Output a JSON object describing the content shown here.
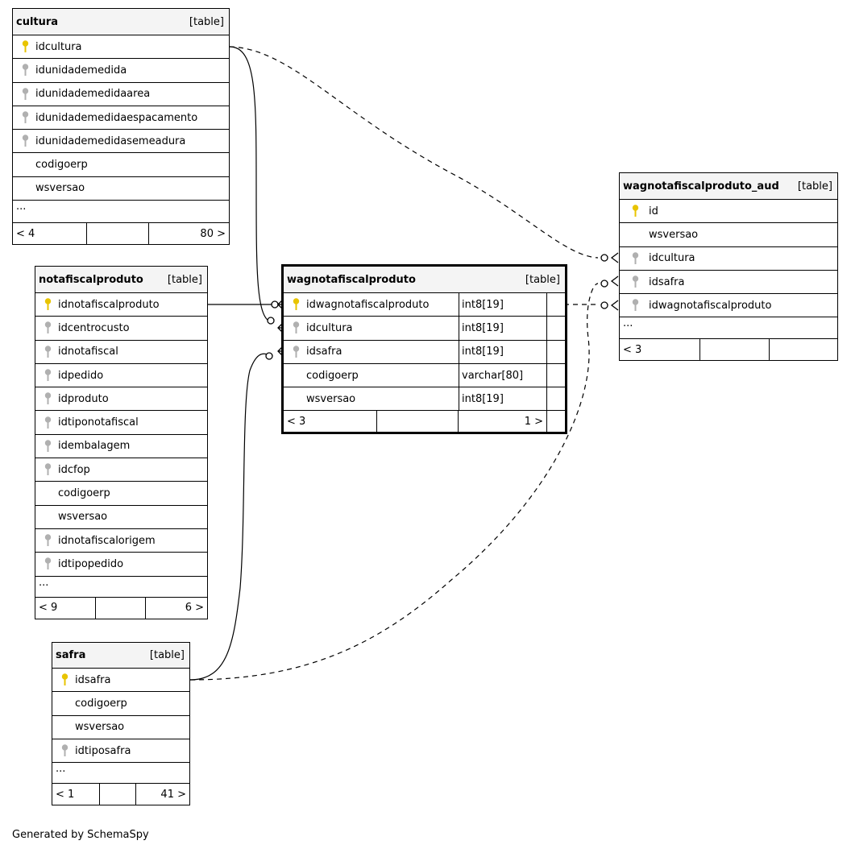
{
  "caption": "Generated by SchemaSpy",
  "key_colors": {
    "primary": "#e8c400",
    "foreign": "#b0b0b0"
  },
  "tables": {
    "cultura": {
      "name": "cultura",
      "type": "[table]",
      "columns": [
        {
          "name": "idcultura",
          "key": "primary"
        },
        {
          "name": "idunidademedida",
          "key": "foreign"
        },
        {
          "name": "idunidademedidaarea",
          "key": "foreign"
        },
        {
          "name": "idunidademedidaespacamento",
          "key": "foreign"
        },
        {
          "name": "idunidademedidasemeadura",
          "key": "foreign"
        },
        {
          "name": "codigoerp",
          "key": "none"
        },
        {
          "name": "wsversao",
          "key": "none"
        }
      ],
      "ellipsis": "...",
      "footer": {
        "left": "< 4",
        "right": "80 >"
      }
    },
    "notafiscalproduto": {
      "name": "notafiscalproduto",
      "type": "[table]",
      "columns": [
        {
          "name": "idnotafiscalproduto",
          "key": "primary"
        },
        {
          "name": "idcentrocusto",
          "key": "foreign"
        },
        {
          "name": "idnotafiscal",
          "key": "foreign"
        },
        {
          "name": "idpedido",
          "key": "foreign"
        },
        {
          "name": "idproduto",
          "key": "foreign"
        },
        {
          "name": "idtiponotafiscal",
          "key": "foreign"
        },
        {
          "name": "idembalagem",
          "key": "foreign"
        },
        {
          "name": "idcfop",
          "key": "foreign"
        },
        {
          "name": "codigoerp",
          "key": "none"
        },
        {
          "name": "wsversao",
          "key": "none"
        },
        {
          "name": "idnotafiscalorigem",
          "key": "foreign"
        },
        {
          "name": "idtipopedido",
          "key": "foreign"
        }
      ],
      "ellipsis": "...",
      "footer": {
        "left": "< 9",
        "right": "6 >"
      }
    },
    "safra": {
      "name": "safra",
      "type": "[table]",
      "columns": [
        {
          "name": "idsafra",
          "key": "primary"
        },
        {
          "name": "codigoerp",
          "key": "none"
        },
        {
          "name": "wsversao",
          "key": "none"
        },
        {
          "name": "idtiposafra",
          "key": "foreign"
        }
      ],
      "ellipsis": "...",
      "footer": {
        "left": "< 1",
        "right": "41 >"
      }
    },
    "wagnotafiscalproduto": {
      "name": "wagnotafiscalproduto",
      "type": "[table]",
      "columns": [
        {
          "name": "idwagnotafiscalproduto",
          "key": "primary",
          "dtype": "int8[19]"
        },
        {
          "name": "idcultura",
          "key": "foreign",
          "dtype": "int8[19]"
        },
        {
          "name": "idsafra",
          "key": "foreign",
          "dtype": "int8[19]"
        },
        {
          "name": "codigoerp",
          "key": "none",
          "dtype": "varchar[80]"
        },
        {
          "name": "wsversao",
          "key": "none",
          "dtype": "int8[19]"
        }
      ],
      "footer": {
        "left": "< 3",
        "right": "1 >"
      }
    },
    "wagnotafiscalproduto_aud": {
      "name": "wagnotafiscalproduto_aud",
      "type": "[table]",
      "columns": [
        {
          "name": "id",
          "key": "primary"
        },
        {
          "name": "wsversao",
          "key": "none"
        },
        {
          "name": "idcultura",
          "key": "foreign"
        },
        {
          "name": "idsafra",
          "key": "foreign"
        },
        {
          "name": "idwagnotafiscalproduto",
          "key": "foreign"
        }
      ],
      "ellipsis": "...",
      "footer": {
        "left": "< 3",
        "right": ""
      }
    }
  }
}
